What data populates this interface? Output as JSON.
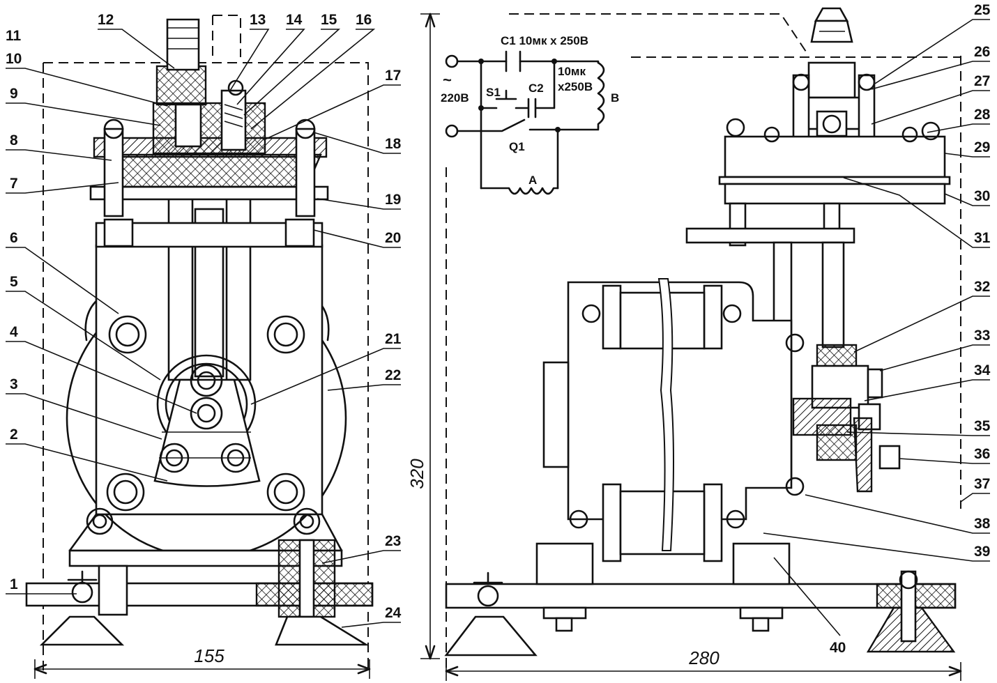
{
  "callouts": [
    "1",
    "2",
    "3",
    "4",
    "5",
    "6",
    "7",
    "8",
    "9",
    "10",
    "11",
    "12",
    "13",
    "14",
    "15",
    "16",
    "17",
    "18",
    "19",
    "20",
    "21",
    "22",
    "23",
    "24",
    "25",
    "26",
    "27",
    "28",
    "29",
    "30",
    "31",
    "32",
    "33",
    "34",
    "35",
    "36",
    "37",
    "38",
    "39",
    "40"
  ],
  "dimensions": {
    "width_front": "155",
    "width_side": "280",
    "height": "320"
  },
  "circuit": {
    "c1": "C1 10мк х 250В",
    "c2": "C2",
    "c2_value_line1": "10мк",
    "c2_value_line2": "х250В",
    "tilde": "~",
    "voltage": "220В",
    "switch": "S1",
    "breaker": "Q1",
    "coil_a": "A",
    "coil_b": "B"
  }
}
